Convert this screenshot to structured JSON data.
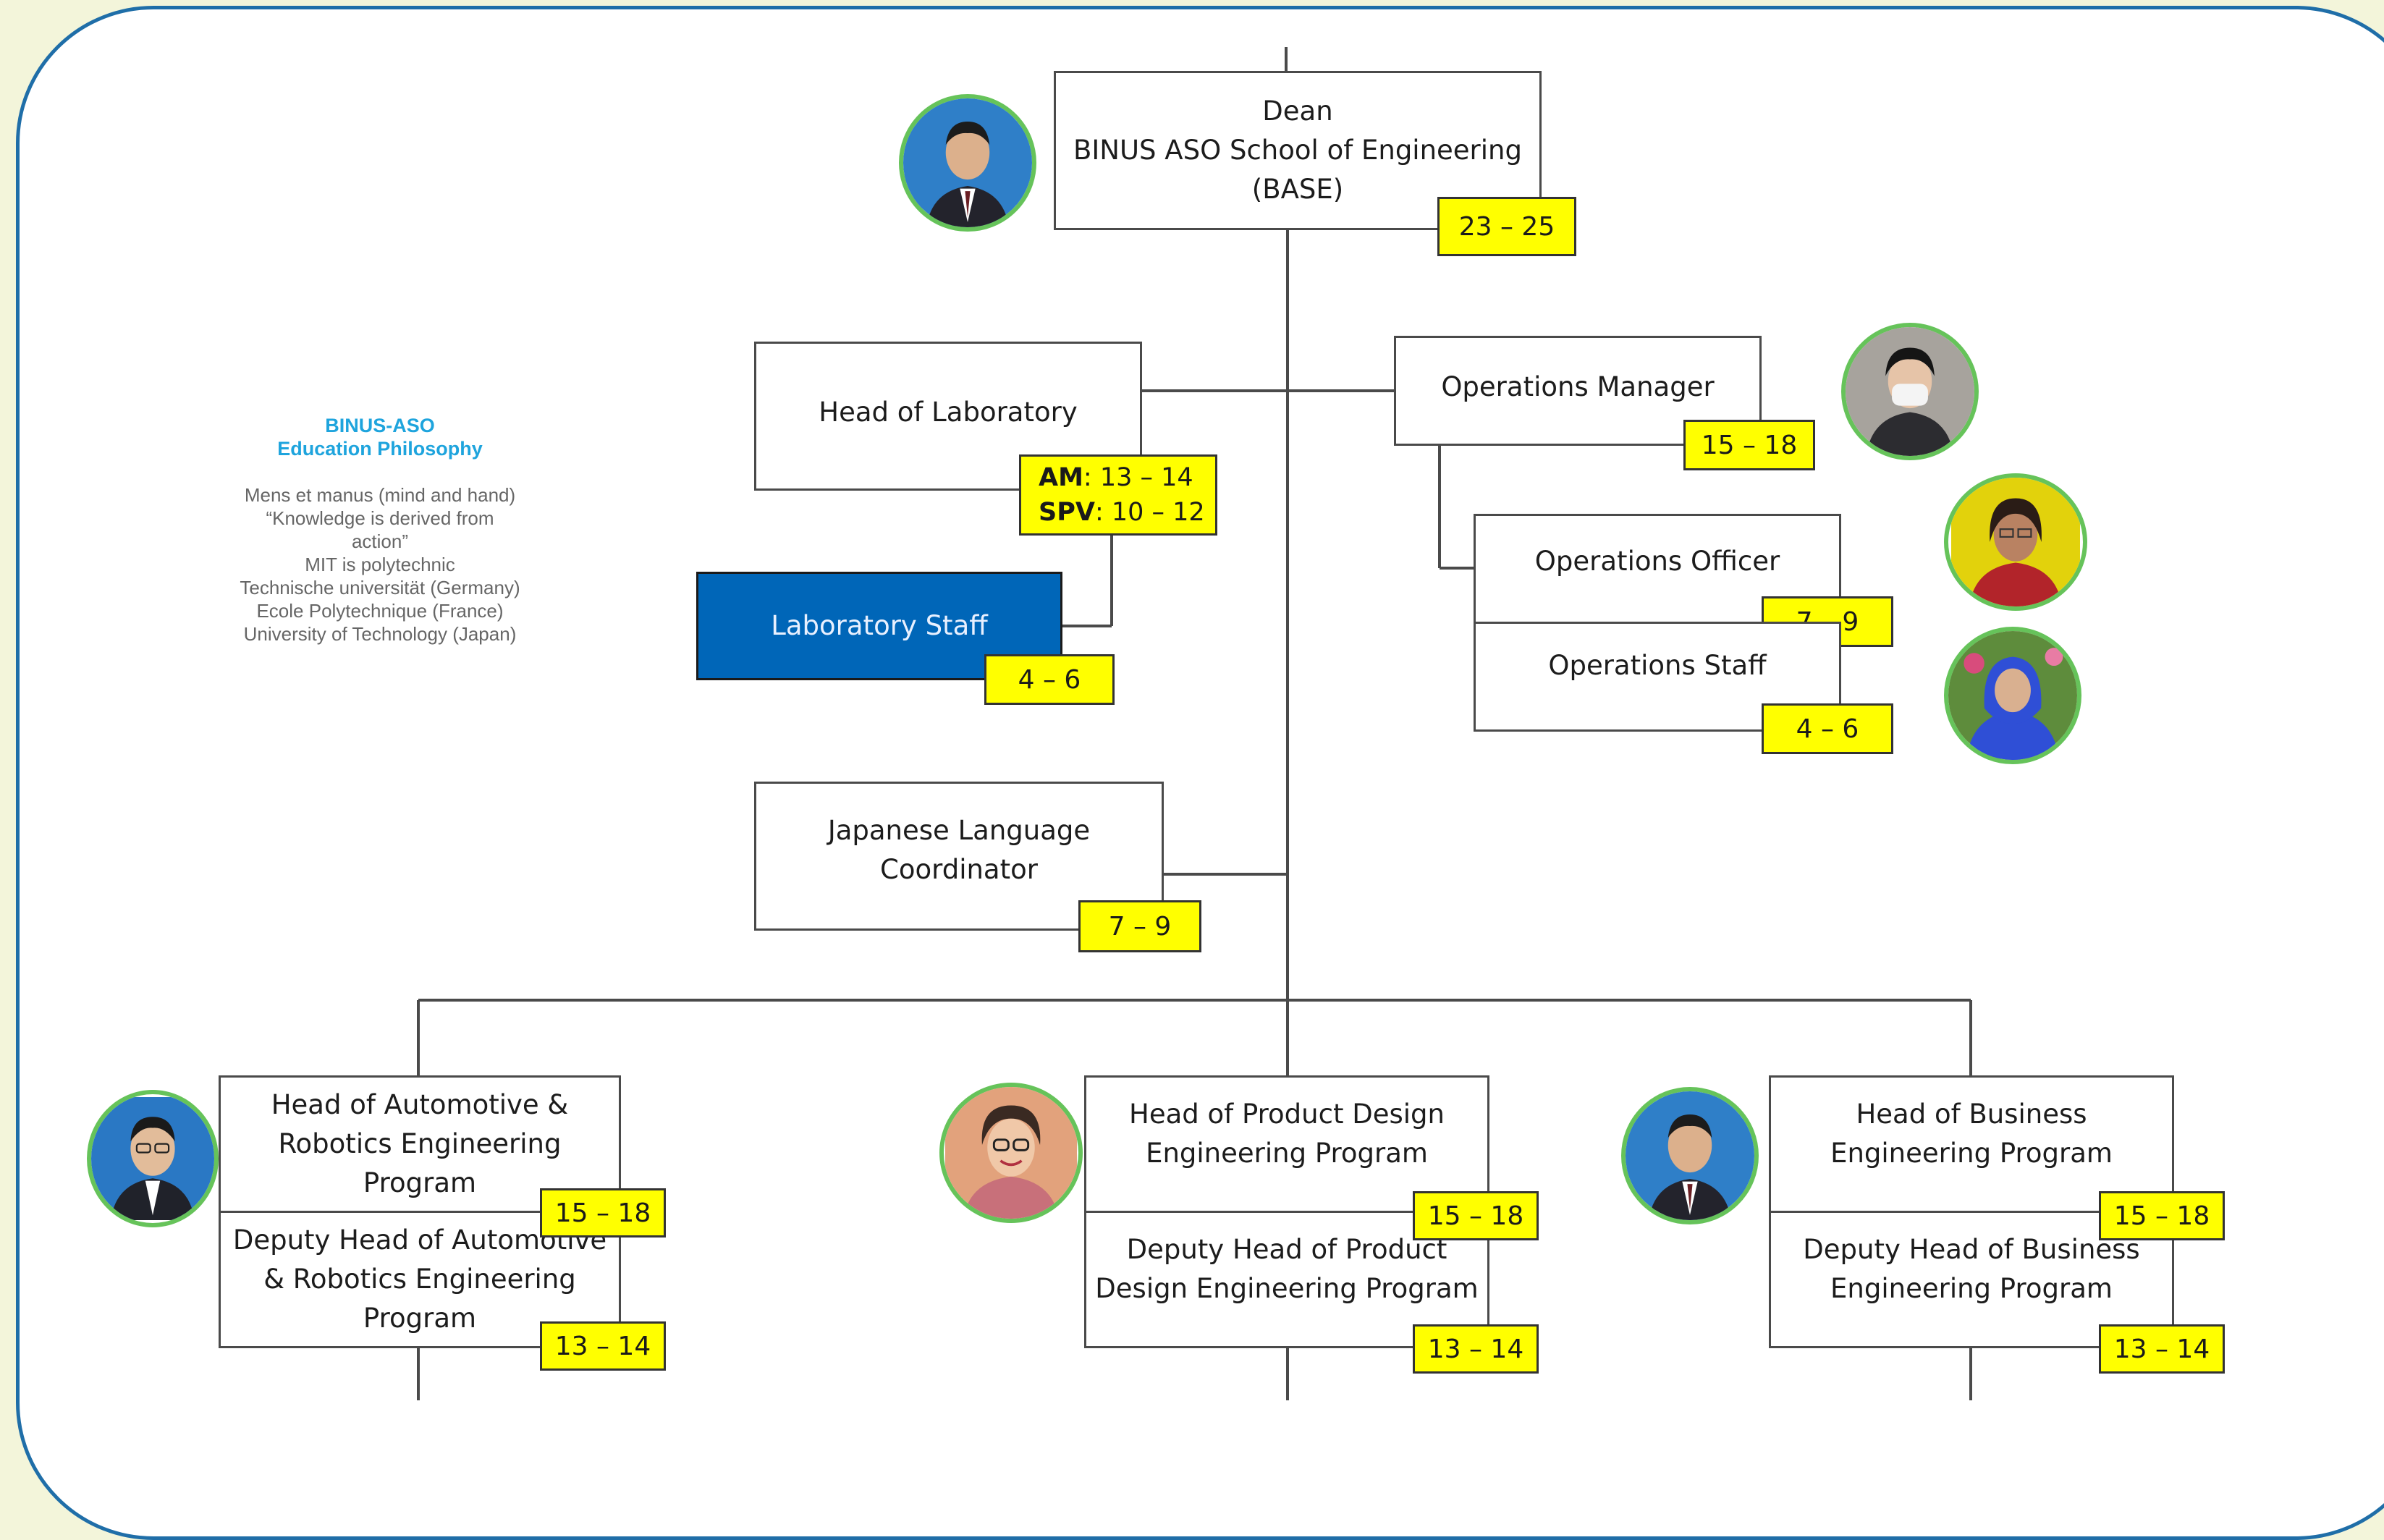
{
  "philosophy": {
    "title_line1": "BINUS-ASO",
    "title_line2": "Education Philosophy",
    "lines": [
      "Mens et manus (mind and hand)",
      "“Knowledge is derived from",
      "action”",
      "MIT is polytechnic",
      "Technische universität (Germany)",
      "Ecole Polytechnique (France)",
      "University of Technology (Japan)"
    ]
  },
  "dean": {
    "lines": [
      "Dean",
      "BINUS ASO School of Engineering",
      "(BASE)"
    ],
    "grade": "23 – 25"
  },
  "head_lab": {
    "label": "Head of Laboratory",
    "am_key": "AM",
    "am_value": ": 13 – 14",
    "spv_key": "SPV",
    "spv_value": ": 10 – 12"
  },
  "lab_staff": {
    "label": "Laboratory Staff",
    "grade": "4 – 6"
  },
  "ops_manager": {
    "label": "Operations Manager",
    "grade": "15 – 18"
  },
  "ops_officer": {
    "label": "Operations Officer",
    "grade": "7 – 9"
  },
  "ops_staff": {
    "label": "Operations Staff",
    "grade": "4 – 6"
  },
  "jp_coord": {
    "lines": [
      "Japanese Language",
      "Coordinator"
    ],
    "grade": "7 – 9"
  },
  "automotive": {
    "head_lines": [
      "Head of Automotive &",
      "Robotics Engineering",
      "Program"
    ],
    "head_grade": "15 – 18",
    "deputy_lines": [
      "Deputy Head of  Automotive",
      "& Robotics Engineering",
      "Program"
    ],
    "deputy_grade": "13 – 14"
  },
  "product": {
    "head_lines": [
      "Head of Product Design",
      "Engineering Program"
    ],
    "head_grade": "15 – 18",
    "deputy_lines": [
      "Deputy Head of Product",
      "Design Engineering Program"
    ],
    "deputy_grade": "13 – 14"
  },
  "business": {
    "head_lines": [
      "Head of Business",
      "Engineering Program"
    ],
    "head_grade": "15 – 18",
    "deputy_lines": [
      "Deputy Head of Business",
      "Engineering Program"
    ],
    "deputy_grade": "13 – 14"
  },
  "colors": {
    "frame": "#1f6ea8",
    "background": "#f3f5da",
    "badge": "#ffff00",
    "highlight_box": "#0066b8",
    "photo_ring": "#66c35a",
    "philosophy_title": "#1ea4dd"
  }
}
